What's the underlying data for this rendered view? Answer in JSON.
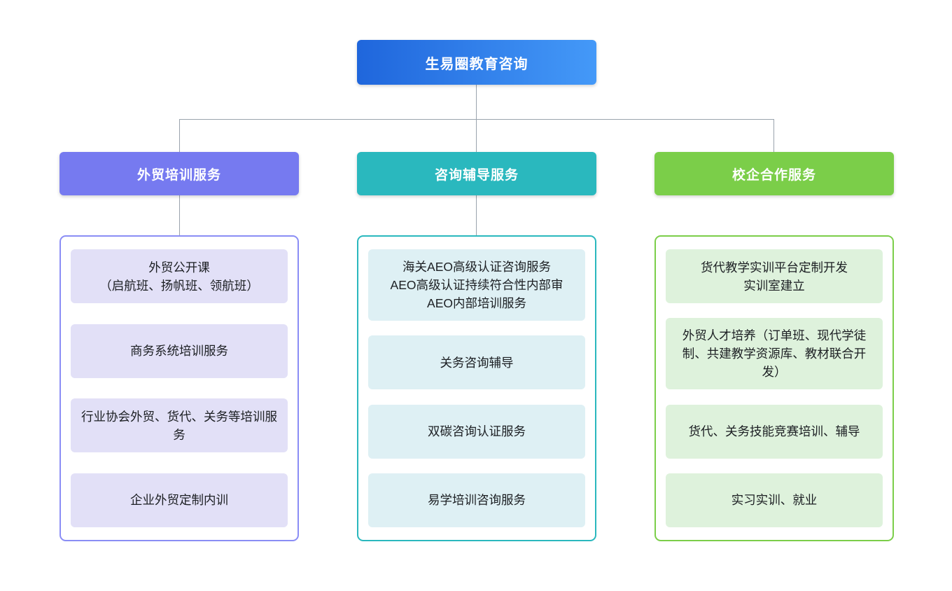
{
  "diagram": {
    "line_color": "#9aa3ad",
    "root": {
      "label": "生易圈教育咨询",
      "colors": {
        "gradient_from": "#1f66dc",
        "gradient_to": "#4499f8",
        "text": "#ffffff"
      }
    },
    "branches": [
      {
        "label": "外贸培训服务",
        "colors": {
          "header": "#767af0",
          "border": "#8a8df5",
          "item_bg": "#e2e0f7"
        },
        "items": [
          {
            "lines": [
              "外贸公开课",
              "（启航班、扬帆班、领航班）"
            ]
          },
          {
            "lines": [
              "商务系统培训服务"
            ]
          },
          {
            "lines": [
              "行业协会外贸、货代、关务等培训服务"
            ]
          },
          {
            "lines": [
              "企业外贸定制内训"
            ]
          }
        ]
      },
      {
        "label": "咨询辅导服务",
        "colors": {
          "header": "#2ab8be",
          "border": "#2ab8be",
          "item_bg": "#def0f4"
        },
        "items": [
          {
            "lines": [
              "海关AEO高级认证咨询服务",
              "AEO高级认证持续符合性内部审",
              "AEO内部培训服务"
            ]
          },
          {
            "lines": [
              "关务咨询辅导"
            ]
          },
          {
            "lines": [
              "双碳咨询认证服务"
            ]
          },
          {
            "lines": [
              "易学培训咨询服务"
            ]
          }
        ]
      },
      {
        "label": "校企合作服务",
        "colors": {
          "header": "#7bce49",
          "border": "#7bce49",
          "item_bg": "#def2dc"
        },
        "items": [
          {
            "lines": [
              "货代教学实训平台定制开发",
              "实训室建立"
            ]
          },
          {
            "lines": [
              "外贸人才培养（订单班、现代学徒制、共建教学资源库、教材联合开发）"
            ]
          },
          {
            "lines": [
              "货代、关务技能竞赛培训、辅导"
            ]
          },
          {
            "lines": [
              "实习实训、就业"
            ]
          }
        ]
      }
    ]
  }
}
